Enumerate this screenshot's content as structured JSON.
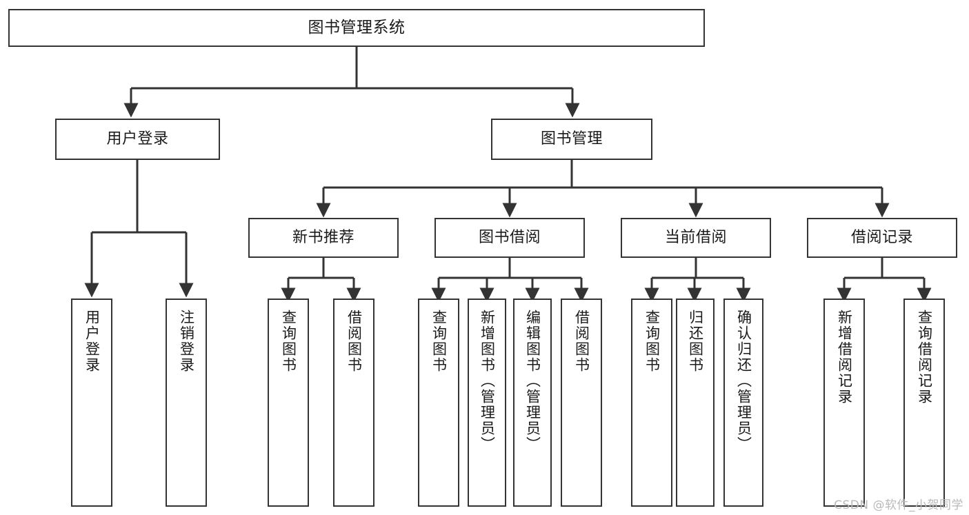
{
  "diagram": {
    "title": "图书管理系统",
    "type": "tree-hierarchy",
    "watermark": "CSDN @软件_小贺同学",
    "colors": {
      "background": "#ffffff",
      "box_border": "#333333",
      "box_fill": "#ffffff",
      "connector": "#333333",
      "text": "#1a1a1a",
      "watermark": "#b9b9b9"
    },
    "nodes": {
      "root": {
        "label": "图书管理系统"
      },
      "level2": [
        {
          "label": "用户登录"
        },
        {
          "label": "图书管理"
        }
      ],
      "level3": [
        {
          "label": "新书推荐"
        },
        {
          "label": "图书借阅"
        },
        {
          "label": "当前借阅"
        },
        {
          "label": "借阅记录"
        }
      ],
      "leaves": {
        "user_login": [
          {
            "label": "用户登录"
          },
          {
            "label": "注销登录"
          }
        ],
        "new_book_recommend": [
          {
            "label": "查询图书"
          },
          {
            "label": "借阅图书"
          }
        ],
        "book_borrow": [
          {
            "label": "查询图书"
          },
          {
            "label": "新增图书（管理员）"
          },
          {
            "label": "编辑图书（管理员）"
          },
          {
            "label": "借阅图书"
          }
        ],
        "current_borrow": [
          {
            "label": "查询图书"
          },
          {
            "label": "归还图书"
          },
          {
            "label": "确认归还（管理员）"
          }
        ],
        "borrow_record": [
          {
            "label": "新增借阅记录"
          },
          {
            "label": "查询借阅记录"
          }
        ]
      }
    }
  }
}
